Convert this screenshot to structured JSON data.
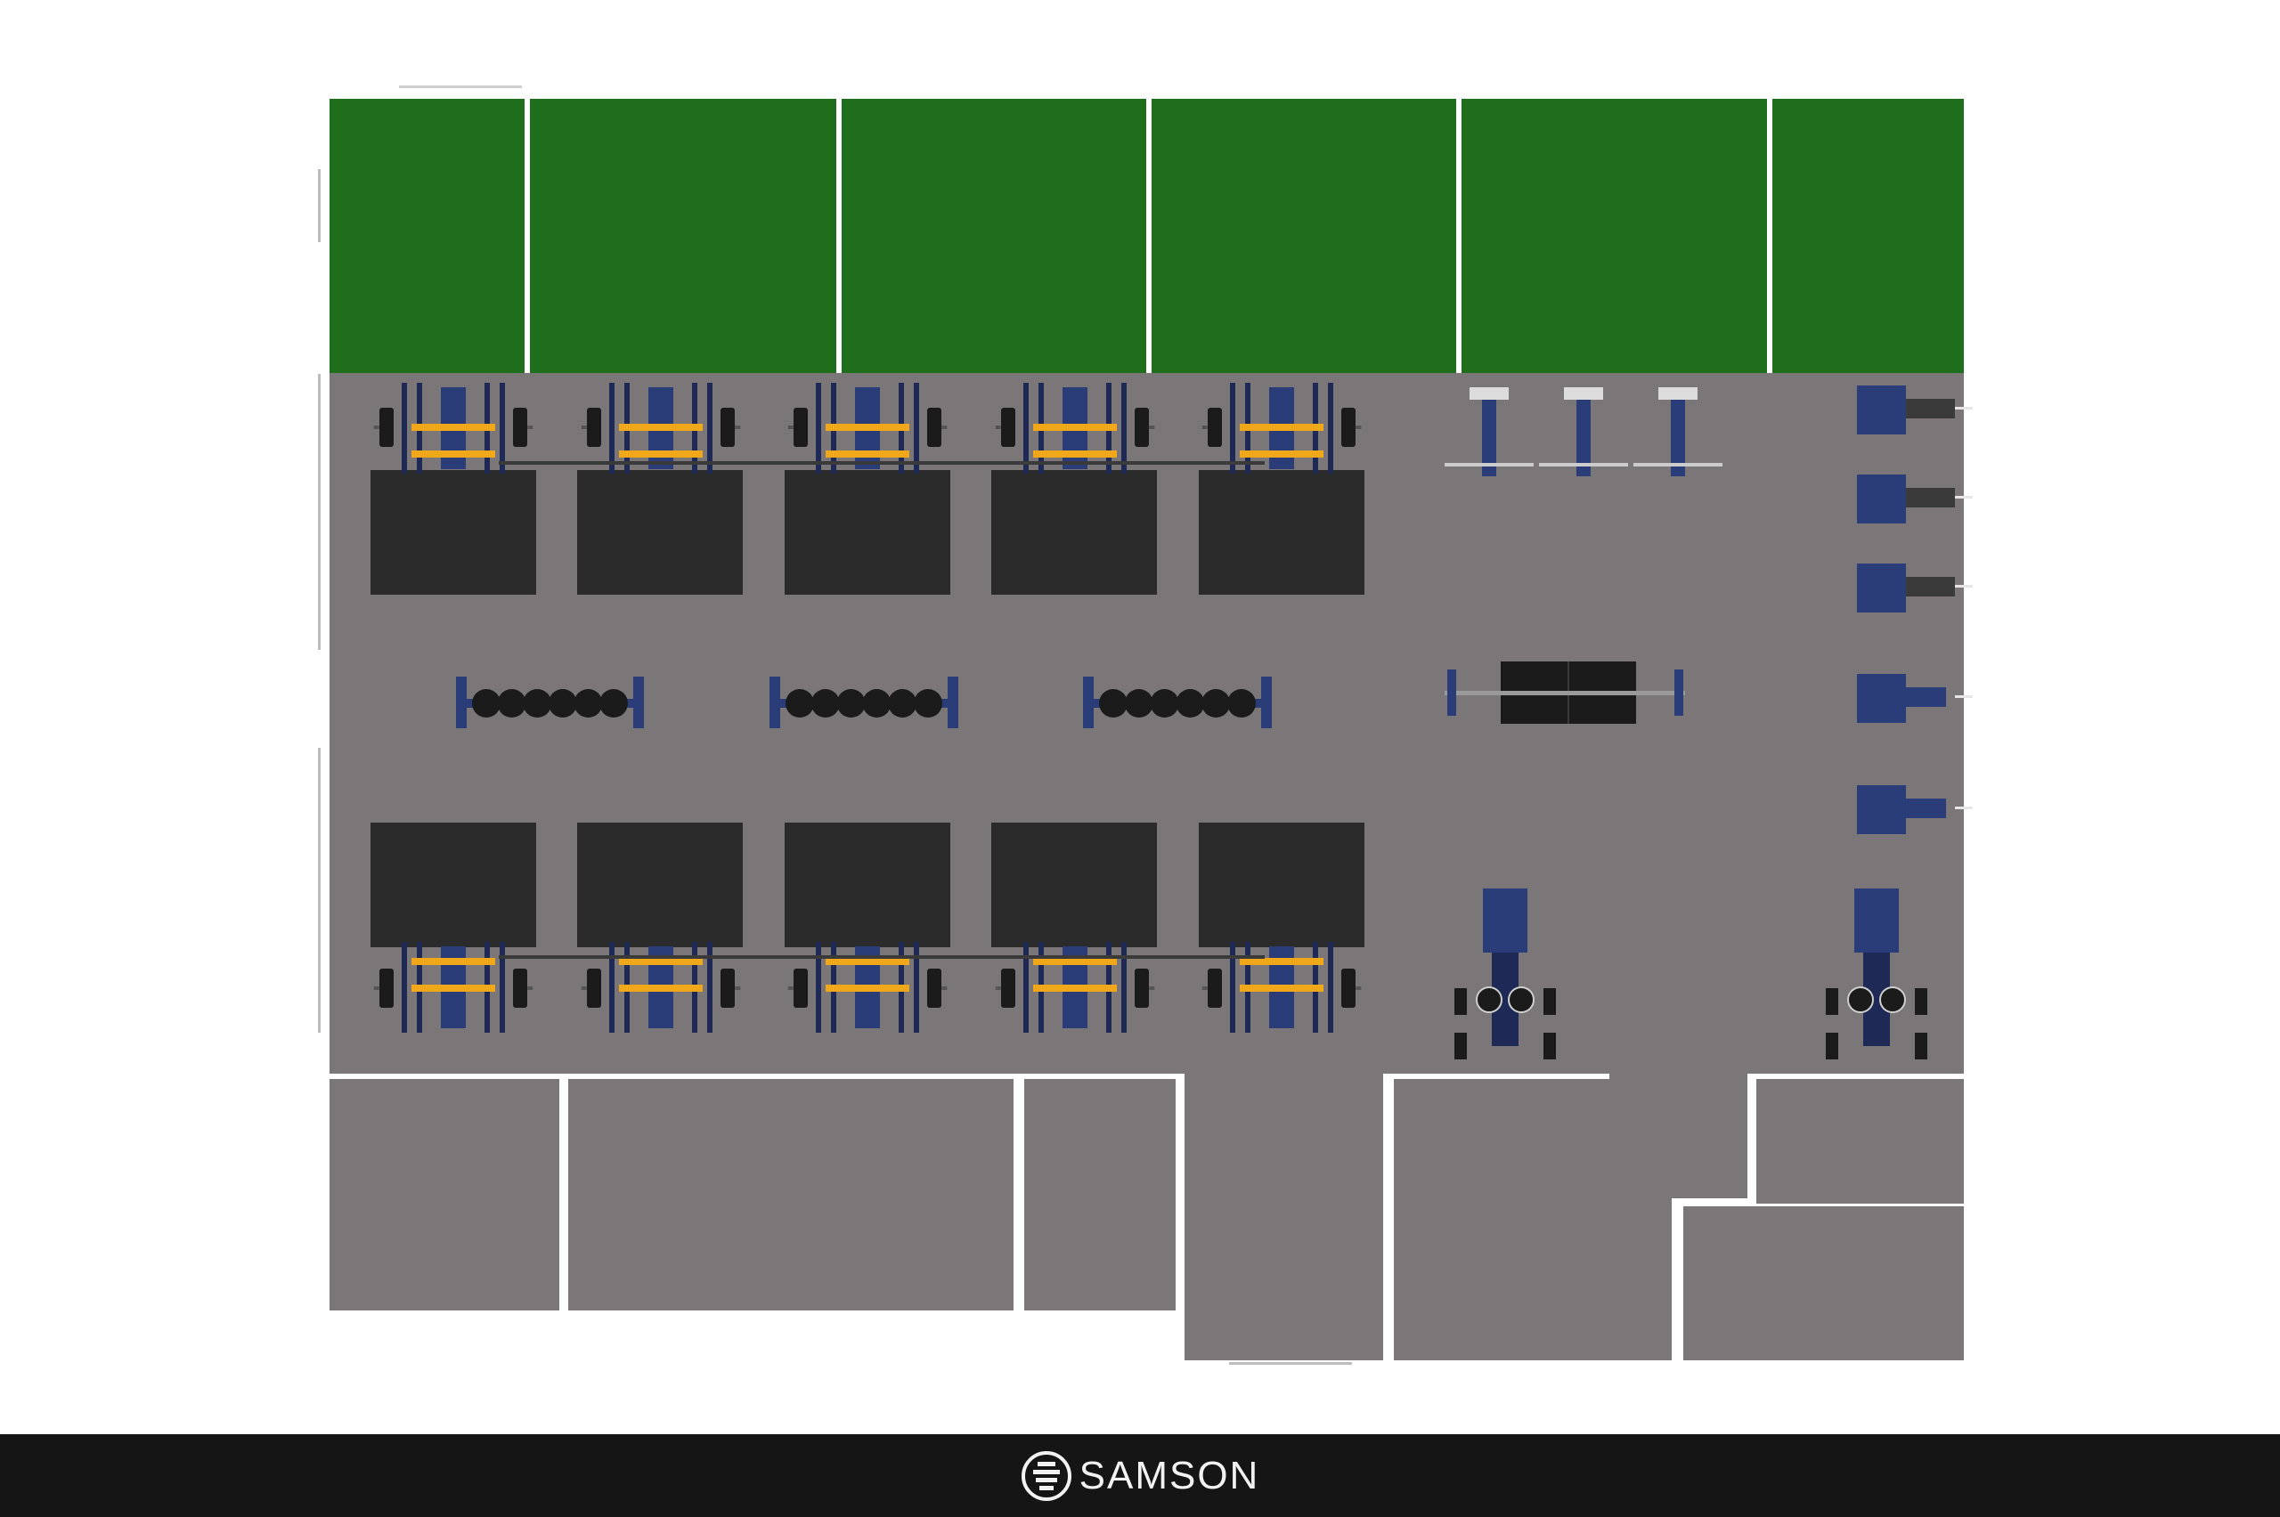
{
  "colors": {
    "turf": "#1f6e1c",
    "floor": "#7b7677",
    "platform": "#2b2b2b",
    "frame": "#2b3d78",
    "bar": "#f0a81a",
    "plate": "#1b1b1b",
    "line": "#ffffff",
    "footer": "#151515"
  },
  "footer": {
    "brand_name": "SAMSON",
    "logo_icon": "samson-kettlebell-logo-icon"
  },
  "equipment": {
    "top_racks": 5,
    "bottom_racks": 5,
    "dumbbell_racks": 3,
    "upright_machines": 3,
    "side_machines": 5,
    "leg_press_machines": 2,
    "center_platform": 1
  }
}
